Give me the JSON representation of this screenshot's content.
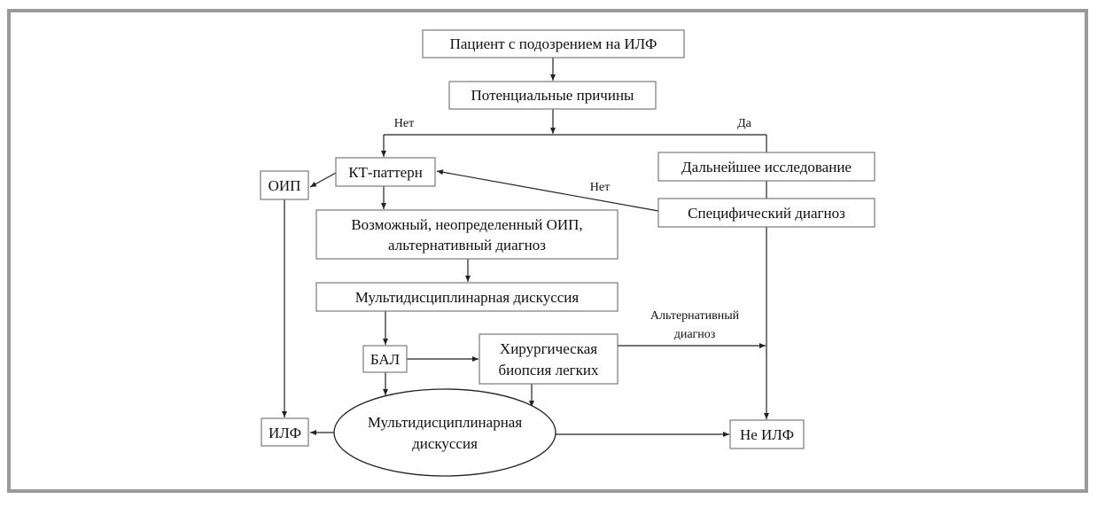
{
  "diagram": {
    "nodes": {
      "patient": "Пациент с подозрением на ИЛФ",
      "causes": "Потенциальные причины",
      "ct_pattern": "КТ-паттерн",
      "uip": "ОИП",
      "further_study": "Дальнейшее исследование",
      "specific_dx": "Специфический диагноз",
      "possible_line1": "Возможный, неопределенный ОИП,",
      "possible_line2": "альтернативный диагноз",
      "mdd_box": "Мультидисциплинарная дискуссия",
      "bal": "БАЛ",
      "surgery_line1": "Хирургическая",
      "surgery_line2": "биопсия легких",
      "mdd_ellipse_line1": "Мультидисциплинарная",
      "mdd_ellipse_line2": "дискуссия",
      "ipf": "ИЛФ",
      "not_ipf": "Не ИЛФ"
    },
    "edge_labels": {
      "no_left": "Нет",
      "yes_right": "Да",
      "no_back": "Нет",
      "alt_dx_line1": "Альтернативный",
      "alt_dx_line2": "диагноз"
    }
  }
}
